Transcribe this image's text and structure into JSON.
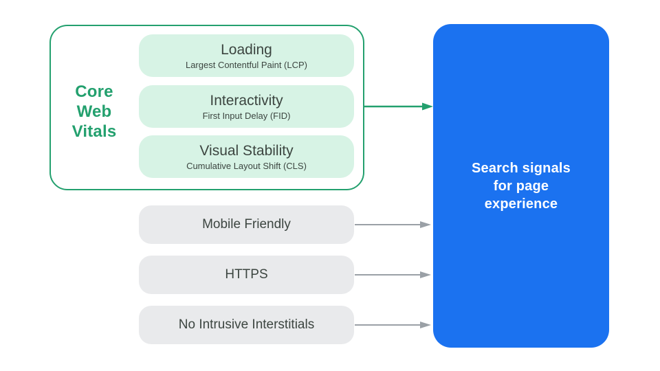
{
  "palette": {
    "green_accent": "#23A06E",
    "green_fill": "#D7F3E5",
    "gray_fill": "#E9EAEC",
    "gray_arrow": "#9AA0A6",
    "dark_text": "#3C4540",
    "blue_fill": "#1B72F0"
  },
  "core_web_vitals": {
    "label": "Core\nWeb\nVitals",
    "items": [
      {
        "title": "Loading",
        "subtitle": "Largest Contentful Paint (LCP)"
      },
      {
        "title": "Interactivity",
        "subtitle": "First Input Delay (FID)"
      },
      {
        "title": "Visual Stability",
        "subtitle": "Cumulative Layout Shift (CLS)"
      }
    ]
  },
  "other_signals": [
    {
      "label": "Mobile Friendly"
    },
    {
      "label": "HTTPS"
    },
    {
      "label": "No Intrusive Interstitials"
    }
  ],
  "result": {
    "label": "Search signals\nfor page\nexperience"
  }
}
